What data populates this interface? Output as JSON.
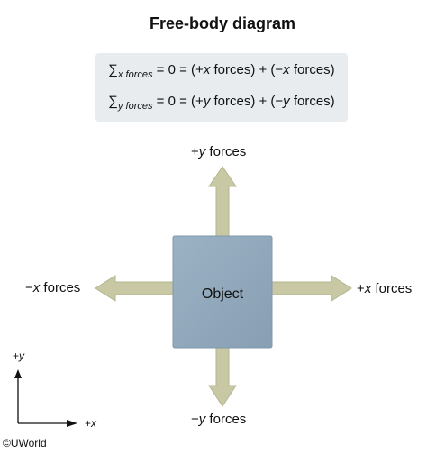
{
  "title": "Free-body diagram",
  "equations": {
    "line1": {
      "sum": "∑",
      "sub": "x forces",
      "rest_a": " = 0 = (+",
      "var_a": "x",
      "rest_b": " forces) + (−",
      "var_b": "x",
      "rest_c": " forces)"
    },
    "line2": {
      "sum": "∑",
      "sub": "y forces",
      "rest_a": " = 0 = (+",
      "var_a": "y",
      "rest_b": " forces) + (−",
      "var_b": "y",
      "rest_c": " forces)"
    }
  },
  "object_label": "Object",
  "arrows": {
    "plus_y": {
      "sign": "+",
      "var": "y",
      "word": " forces"
    },
    "minus_y": {
      "sign": "−",
      "var": "y",
      "word": " forces"
    },
    "plus_x": {
      "sign": "+",
      "var": "x",
      "word": " forces"
    },
    "minus_x": {
      "sign": "−",
      "var": "x",
      "word": " forces"
    }
  },
  "axes": {
    "y_label": {
      "sign": "+",
      "var": "y"
    },
    "x_label": {
      "sign": "+",
      "var": "x"
    }
  },
  "copyright": "©UWorld",
  "colors": {
    "arrow": "#c8c8a4",
    "arrow_stroke": "#b4b48e",
    "object_fill": "#93abbf",
    "object_edge": "#7f98ad",
    "equation_bg": "#e9ecef"
  }
}
